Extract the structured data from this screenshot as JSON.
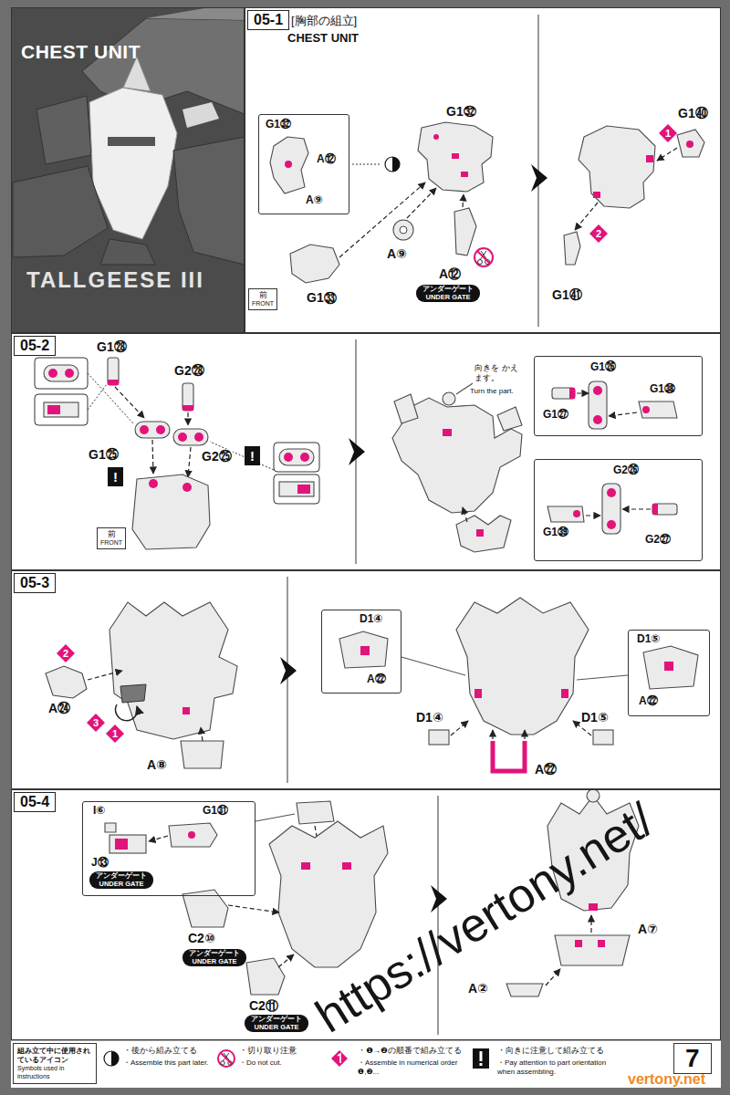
{
  "diagram": {
    "nodes": [
      {
        "text": [
          "CHEST UNIT",
          "TALLGEESE III"
        ]
      },
      {
        "text": [
          "05-1",
          "[胸部の組立]",
          "CHEST UNIT"
        ]
      },
      {
        "text": [
          "G1㉜",
          "A⑫",
          "A⑨"
        ],
        "in": 1
      },
      {
        "text": [
          "前",
          "FRONT"
        ],
        "in": 1
      },
      {
        "text": [
          "アンダーゲート",
          "UNDER GATE"
        ],
        "in": 1
      },
      {
        "text": [
          "1"
        ],
        "in": 1
      },
      {
        "text": [
          "2"
        ],
        "in": 1
      },
      {
        "text": [
          "05-2"
        ]
      },
      {
        "text": [
          "!"
        ],
        "in": 7
      },
      {
        "text": [
          "!"
        ],
        "in": 7
      },
      {
        "text": [
          "前",
          "FRONT"
        ],
        "in": 7
      },
      {
        "text": [
          "G1㉖",
          "G1㊳",
          "G1㉗"
        ],
        "in": 7
      },
      {
        "text": [
          "G2㉖",
          "G1㊴",
          "G2㉗"
        ],
        "in": 7
      },
      {
        "text": [
          "05-3"
        ]
      },
      {
        "text": [
          "2"
        ],
        "in": 13
      },
      {
        "text": [
          "3"
        ],
        "in": 13
      },
      {
        "text": [
          "1"
        ],
        "in": 13
      },
      {
        "text": [
          "D1④",
          "A㉒"
        ],
        "in": 13
      },
      {
        "text": [
          "D1⑤",
          "A㉒"
        ],
        "in": 13
      },
      {
        "text": [
          "05-4"
        ]
      },
      {
        "text": [
          "I⑥",
          "G1㉛",
          "J⑬"
        ],
        "in": 19
      },
      {
        "text": [
          "アンダーゲート",
          "UNDER GATE"
        ],
        "in": 20
      },
      {
        "text": [
          "アンダーゲート",
          "UNDER GATE"
        ],
        "in": 19
      },
      {
        "text": [
          "アンダーゲート",
          "UNDER GATE"
        ],
        "in": 19
      },
      {
        "text": [
          "組み立て中に使用されているアイコン",
          "Symbols used in instructions"
        ]
      },
      {
        "text": [
          "7"
        ]
      }
    ],
    "labels": [
      "G1㉜",
      "A⑨",
      "A⑫",
      "G1㉝",
      "G1㊵",
      "G1㊶",
      "G1㉘",
      "G2㉘",
      "G1㉕",
      "G2㉕",
      "向きを かえます。",
      "Turn the part.",
      "A㉔",
      "A⑧",
      "D1④",
      "D1⑤",
      "A㉒",
      "C2⑩",
      "C2⑪",
      "A⑦",
      "A②",
      "https://vertony.net/",
      "vertony.net"
    ],
    "legend": [
      {
        "text": "・後から組み立てる"
      },
      {
        "text": "・Assemble this part later."
      },
      {
        "text": "・切り取り注意"
      },
      {
        "text": "・Do not cut."
      },
      {
        "text": "・❶→❷の順番で組み立てる"
      },
      {
        "text": "・Assemble in numerical order ❶,❷..."
      },
      {
        "text": "・向きに注意して組み立てる"
      },
      {
        "text": "・Pay attention to part orientation when assembling."
      }
    ]
  }
}
